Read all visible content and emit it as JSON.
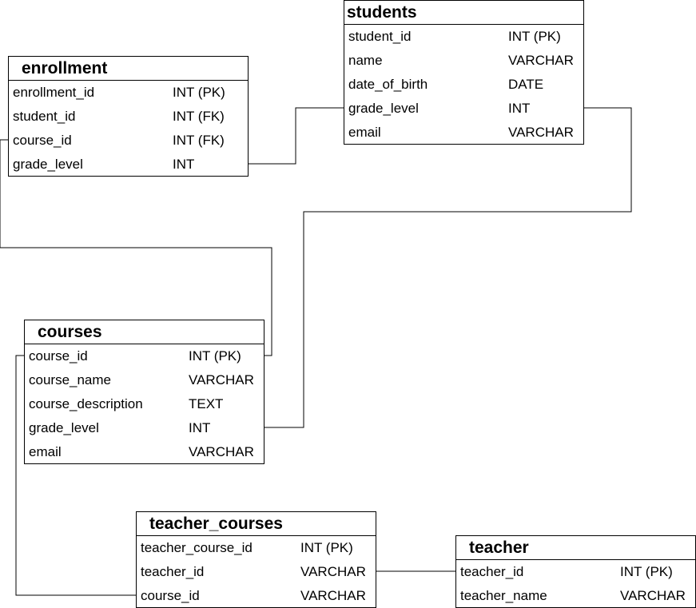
{
  "entities": {
    "students": {
      "title": "students",
      "fields": [
        {
          "name": "student_id",
          "type": "INT (PK)"
        },
        {
          "name": "name",
          "type": "VARCHAR"
        },
        {
          "name": "date_of_birth",
          "type": "DATE"
        },
        {
          "name": "grade_level",
          "type": "INT"
        },
        {
          "name": "email",
          "type": "VARCHAR"
        }
      ]
    },
    "enrollment": {
      "title": "enrollment",
      "fields": [
        {
          "name": "enrollment_id",
          "type": "INT (PK)"
        },
        {
          "name": "student_id",
          "type": "INT (FK)"
        },
        {
          "name": "course_id",
          "type": "INT (FK)"
        },
        {
          "name": "grade_level",
          "type": "INT"
        }
      ]
    },
    "courses": {
      "title": "courses",
      "fields": [
        {
          "name": "course_id",
          "type": "INT (PK)"
        },
        {
          "name": "course_name",
          "type": "VARCHAR"
        },
        {
          "name": "course_description",
          "type": "TEXT"
        },
        {
          "name": "grade_level",
          "type": "INT"
        },
        {
          "name": "email",
          "type": "VARCHAR"
        }
      ]
    },
    "teacher_courses": {
      "title": "teacher_courses",
      "fields": [
        {
          "name": "teacher_course_id",
          "type": "INT (PK)"
        },
        {
          "name": "teacher_id",
          "type": "VARCHAR"
        },
        {
          "name": "course_id",
          "type": "VARCHAR"
        }
      ]
    },
    "teacher": {
      "title": "teacher",
      "fields": [
        {
          "name": "teacher_id",
          "type": "INT (PK)"
        },
        {
          "name": "teacher_name",
          "type": "VARCHAR"
        }
      ]
    }
  },
  "colors": {
    "line": "#000000",
    "background": "#ffffff"
  }
}
